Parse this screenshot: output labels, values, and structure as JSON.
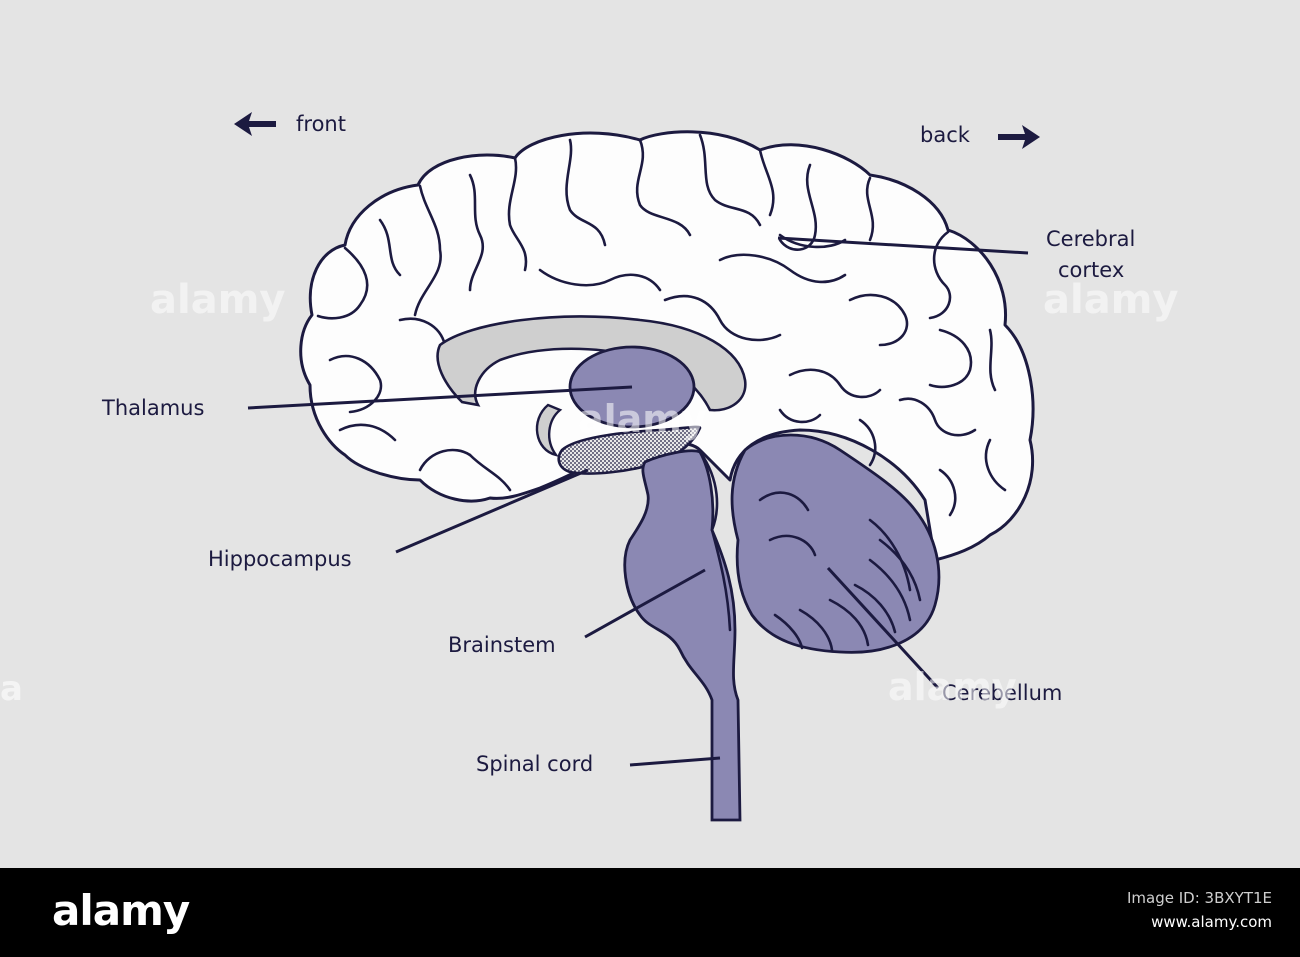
{
  "direction": {
    "front_label": "front",
    "back_label": "back"
  },
  "labels": {
    "cerebral_cortex_line1": "Cerebral",
    "cerebral_cortex_line2": "cortex",
    "thalamus": "Thalamus",
    "hippocampus": "Hippocampus",
    "brainstem": "Brainstem",
    "cerebellum": "Cerebellum",
    "spinal_cord": "Spinal cord"
  },
  "watermark": {
    "text": "alamy",
    "big_text": "a"
  },
  "footer": {
    "logo": "alamy",
    "image_id_line": "Image ID: 3BXYT1E",
    "site": "www.alamy.com"
  },
  "colors": {
    "background": "#e4e4e4",
    "ink": "#1c1a40",
    "region_fill": "#8b88b3",
    "corpus_fill": "#cfcfcf",
    "brain_fill": "#fdfdfd"
  },
  "icons": [
    "arrow-left-icon",
    "arrow-right-icon"
  ]
}
